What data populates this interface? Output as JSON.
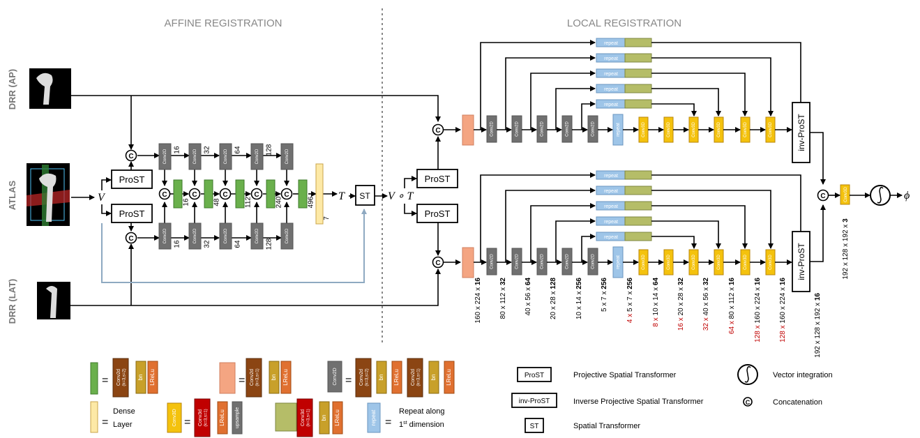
{
  "titles": {
    "affine": "AFFINE REGISTRATION",
    "local": "LOCAL REGISTRATION"
  },
  "inputs": {
    "drr_ap": "DRR (AP)",
    "atlas": "ATLAS",
    "drr_lat": "DRR (LAT)"
  },
  "symbols": {
    "V": "V",
    "T": "T",
    "VT": "V ∘ T",
    "phi": "ϕ",
    "concat": "C"
  },
  "blocks": {
    "prost": "ProST",
    "st": "ST",
    "inv_prost": "inv-ProST",
    "conv2d": "Conv2D",
    "conv3d": "Conv3D",
    "repeat": "repeat"
  },
  "colors": {
    "conv2d": "#707070",
    "conv3d": "#f4c20d",
    "green": "#6ab04c",
    "salmon": "#f4a582",
    "repeat": "#9ec5e8",
    "dense": "#fde9a6",
    "olive": "#b5bd68",
    "brown": "#8b4513",
    "darkred": "#c00000",
    "bn": "#c8a02a",
    "lrelu": "#e07030",
    "red_text": "#c00000"
  },
  "affine": {
    "top_channels": [
      "16",
      "32",
      "64",
      "128"
    ],
    "bottom_channels": [
      "16",
      "32",
      "64",
      "128"
    ],
    "merge_channels": [
      "16",
      "48",
      "112",
      "240",
      "496"
    ],
    "dense_size": "7"
  },
  "local": {
    "encoder_dims": [
      {
        "dim": "160 x 224 x ",
        "ch": "16"
      },
      {
        "dim": "80 x 112 x ",
        "ch": "32"
      },
      {
        "dim": "40 x 56 x ",
        "ch": "64"
      },
      {
        "dim": "20 x 28 x ",
        "ch": "128"
      },
      {
        "dim": "10 x 14 x ",
        "ch": "256"
      },
      {
        "dim": "5 x 7 x ",
        "ch": "256"
      }
    ],
    "decoder_dims": [
      {
        "pre": "4 x ",
        "dim": "5 x 7 x ",
        "ch": "256"
      },
      {
        "pre": "8 x ",
        "dim": "10 x 14 x ",
        "ch": "64"
      },
      {
        "pre": "16 x ",
        "dim": "20 x 28 x ",
        "ch": "32"
      },
      {
        "pre": "32 x ",
        "dim": "40 x 56 x ",
        "ch": "32"
      },
      {
        "pre": "64 x ",
        "dim": "80 x 112 x ",
        "ch": "16"
      },
      {
        "pre": "128 x ",
        "dim": "160 x 224 x ",
        "ch": "16"
      },
      {
        "pre": "128 x ",
        "dim": "160 x 224 x ",
        "ch": "16"
      }
    ],
    "invprost_dim": "192 x 128 x 192 x ",
    "invprost_ch": "16",
    "final_dim": "192 x 128 x 192 x ",
    "final_dim_ch": "3"
  },
  "legend": {
    "eq": "=",
    "conv2d_s2": "Conv2d",
    "conv2d_s2_k": "(k=3,s=2)",
    "conv2d_s1": "Conv2d",
    "conv2d_s1_k": "(k=3,s=1)",
    "bn": "bn",
    "lrelu": "LReLu",
    "conv3d": "Conv3d",
    "conv3d_k": "(k=3,s=1)",
    "upsample": "upsample",
    "dense_line1": "Dense",
    "dense_line2": "Layer",
    "repeat_line1": "Repeat along",
    "repeat_line2_pre": "1",
    "repeat_line2_sup": "st",
    "repeat_line2_post": " dimension",
    "prost_desc": "Projective Spatial Transformer",
    "invprost_desc": "Inverse Projective Spatial Transformer",
    "st_desc": "Spatial Transformer",
    "integration_desc": "Vector integration",
    "concat_desc": "Concatenation"
  }
}
